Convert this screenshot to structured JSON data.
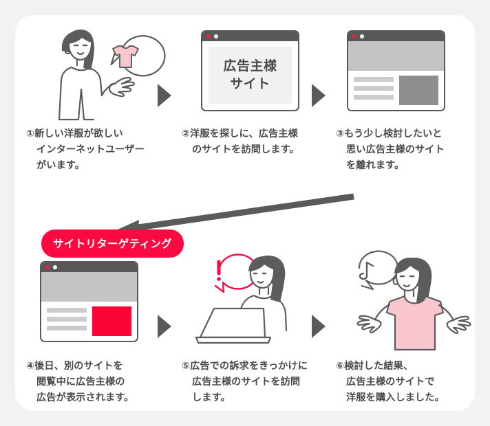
{
  "diagram": {
    "title": "サイトリターゲティング",
    "badge_label": "サイトリターゲティング",
    "colors": {
      "background": "#f2f2f2",
      "card": "#ffffff",
      "accent_red": "#fa0a40",
      "ink": "#4a4a4a",
      "arrow_gray": "#5a5a5a",
      "shirt_pink": "#f9c6cd"
    },
    "site_window": {
      "line1": "広告主様",
      "line2": "サイト"
    },
    "steps": [
      {
        "number": "①",
        "icon": "person-with-tshirt-thought-icon",
        "lines": [
          "①新しい洋服が欲しい",
          "インターネットユーザー",
          "がいます。"
        ]
      },
      {
        "number": "②",
        "icon": "browser-window-advertiser-site-icon",
        "lines": [
          "②洋服を探しに、広告主様",
          "のサイトを訪問します。"
        ]
      },
      {
        "number": "③",
        "icon": "browser-window-content-icon",
        "lines": [
          "③もう少し検討したいと",
          "思い広告主様のサイト",
          "を離れます。"
        ]
      },
      {
        "number": "④",
        "icon": "browser-window-with-red-ad-icon",
        "lines": [
          "④後日、別のサイトを",
          "閲覧中に広告主様の",
          "広告が表示されます。"
        ]
      },
      {
        "number": "⑤",
        "icon": "person-at-laptop-alert-icon",
        "lines": [
          "⑤広告での訴求をきっかけに",
          "広告主様のサイトを訪問",
          "します。"
        ]
      },
      {
        "number": "⑥",
        "icon": "person-happy-pink-shirt-icon",
        "lines": [
          "⑥検討した結果、",
          "広告主様のサイトで",
          "洋服を購入しました。"
        ]
      }
    ],
    "arrows": [
      {
        "name": "arrow-step1-to-step2",
        "type": "triangle-right"
      },
      {
        "name": "arrow-step2-to-step3",
        "type": "triangle-right"
      },
      {
        "name": "arrow-step3-to-step4",
        "type": "long-diagonal-left"
      },
      {
        "name": "arrow-step4-to-step5",
        "type": "triangle-right"
      },
      {
        "name": "arrow-step5-to-step6",
        "type": "triangle-right"
      }
    ]
  }
}
